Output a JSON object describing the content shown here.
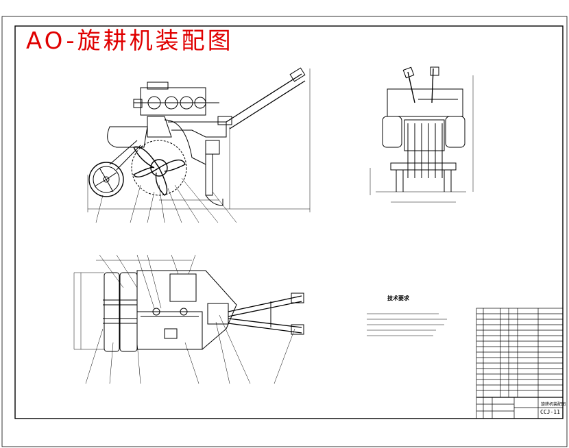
{
  "drawing": {
    "title": "AO-旋耕机装配图",
    "notes_title": "技术要求",
    "drawing_number": "CCJ-11",
    "title_block_caption": "旋耕机装配图"
  },
  "colors": {
    "title": "#e00000",
    "lines": "#000000",
    "background": "#ffffff"
  }
}
